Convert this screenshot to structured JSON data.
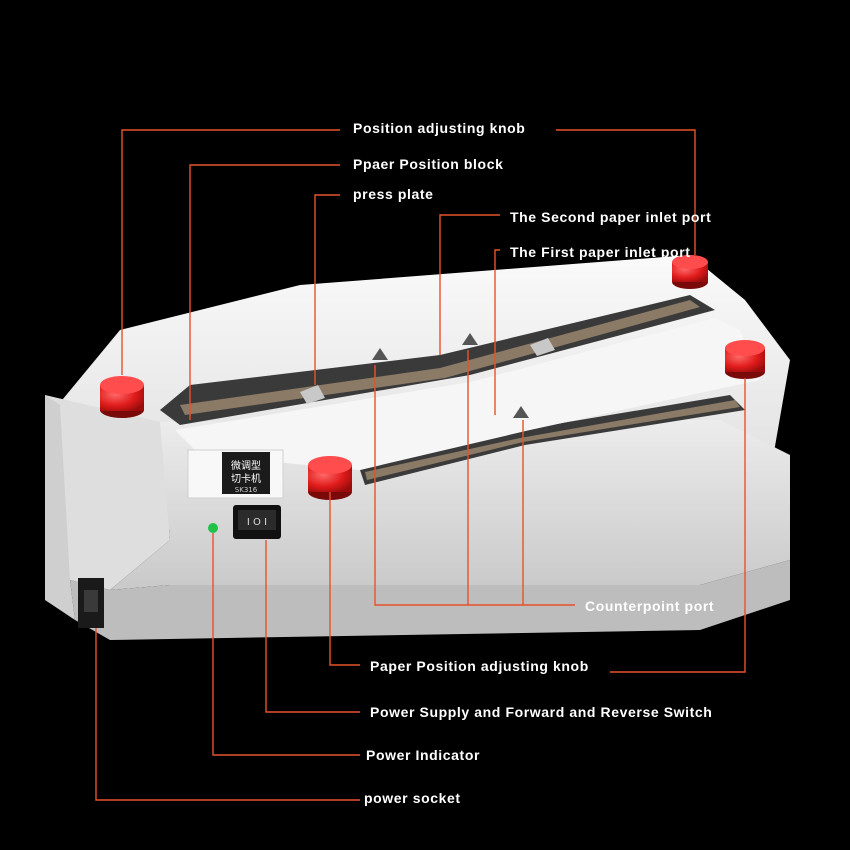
{
  "callouts": [
    "Position adjusting knob",
    "Ppaer Position block",
    "press plate",
    "The  Second  paper inlet port",
    "The First  paper inlet port",
    "Counterpoint port",
    "Paper Position adjusting knob",
    "Power Supply and Forward and Reverse Switch",
    "Power Indicator",
    "power socket"
  ],
  "device": {
    "panel_text_line1": "微调型",
    "panel_text_line2": "切卡机",
    "model": "SK316",
    "switch_symbols": "I O I"
  },
  "colors": {
    "background": "#000000",
    "leader_line": "#e8522b",
    "body": "#f2f2f2",
    "knob": "#e01b1b",
    "indicator": "#22c24a"
  }
}
